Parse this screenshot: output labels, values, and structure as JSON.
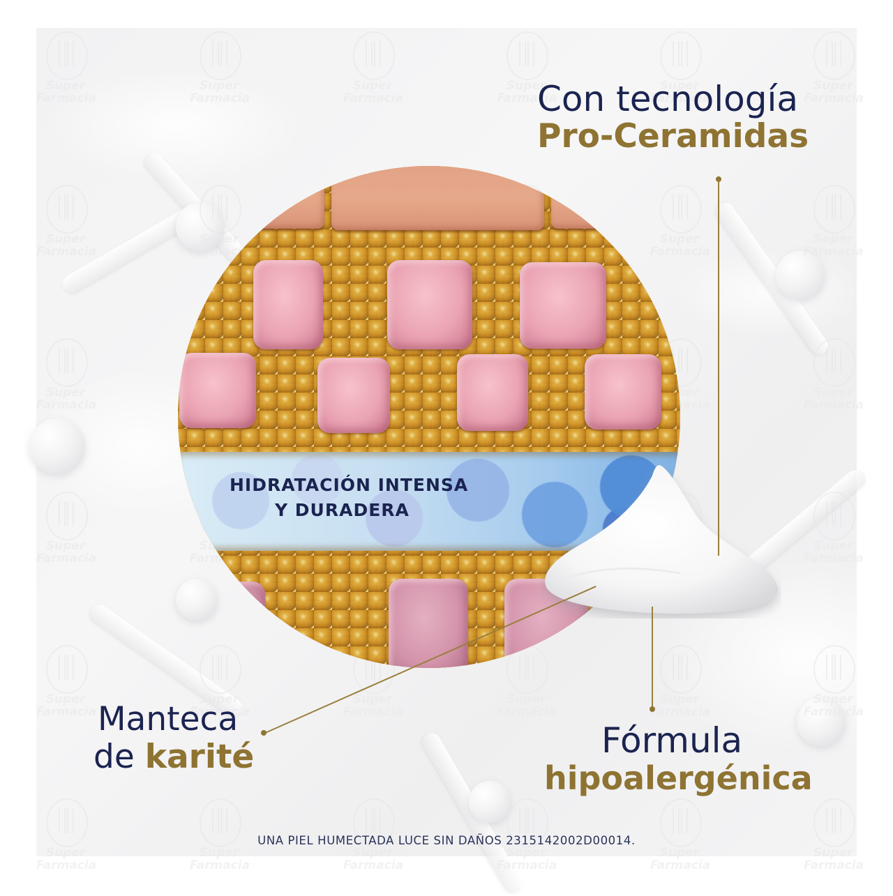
{
  "callouts": {
    "ceramides": {
      "line1": "Con tecnología",
      "line2": "Pro-Ceramidas"
    },
    "shea": {
      "line1": "Manteca",
      "line2_prefix": "de ",
      "line2_highlight": "karité"
    },
    "formula": {
      "line1": "Fórmula",
      "line2": "hipoalergénica"
    }
  },
  "illustration": {
    "hydration_line1": "HIDRATACIÓN INTENSA",
    "hydration_line2": "Y DURADERA",
    "subject": "skin-layer-cells-with-lipid-beads",
    "cream_icon": "cream-dollop"
  },
  "footer": {
    "disclaimer": "UNA PIEL HUMECTADA LUCE SIN DAÑOS 2315142002D00014."
  },
  "watermark": {
    "text_line1": "Super",
    "text_line2": "Farmacia"
  },
  "colors": {
    "navy": "#1b2350",
    "gold": "#8e7332",
    "background": "#f3f3f4",
    "cell_pink": "#eaa3b2",
    "bead_gold": "#c88a22",
    "hydration_blue": "#a9cdee"
  }
}
